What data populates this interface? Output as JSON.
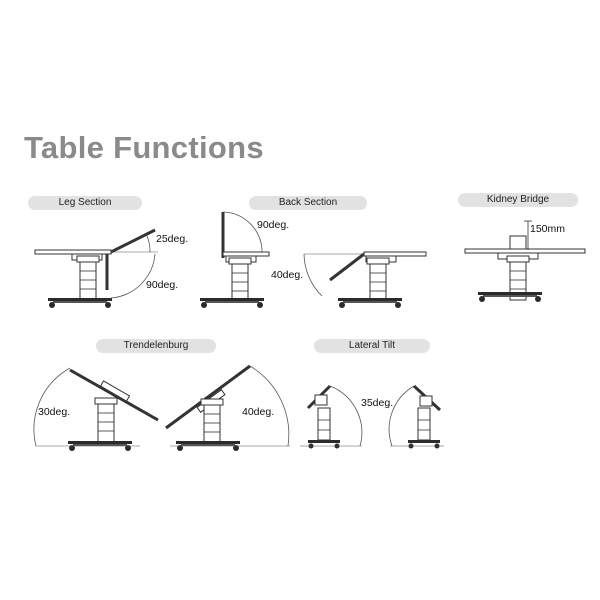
{
  "title": "Table Functions",
  "sections": {
    "leg": {
      "label": "Leg Section",
      "angle_up": "25deg.",
      "angle_down": "90deg."
    },
    "back": {
      "label": "Back Section",
      "angle_up": "90deg.",
      "angle_down": "40deg."
    },
    "kidney": {
      "label": "Kidney Bridge",
      "height": "150mm"
    },
    "trend": {
      "label": "Trendelenburg",
      "angle_left": "30deg.",
      "angle_right": "40deg."
    },
    "lateral": {
      "label": "Lateral Tilt",
      "angle": "35deg."
    }
  },
  "colors": {
    "title": "#8a8a8a",
    "pill": "#e2e2e2",
    "line": "#333333",
    "base": "#2b2b2b"
  }
}
